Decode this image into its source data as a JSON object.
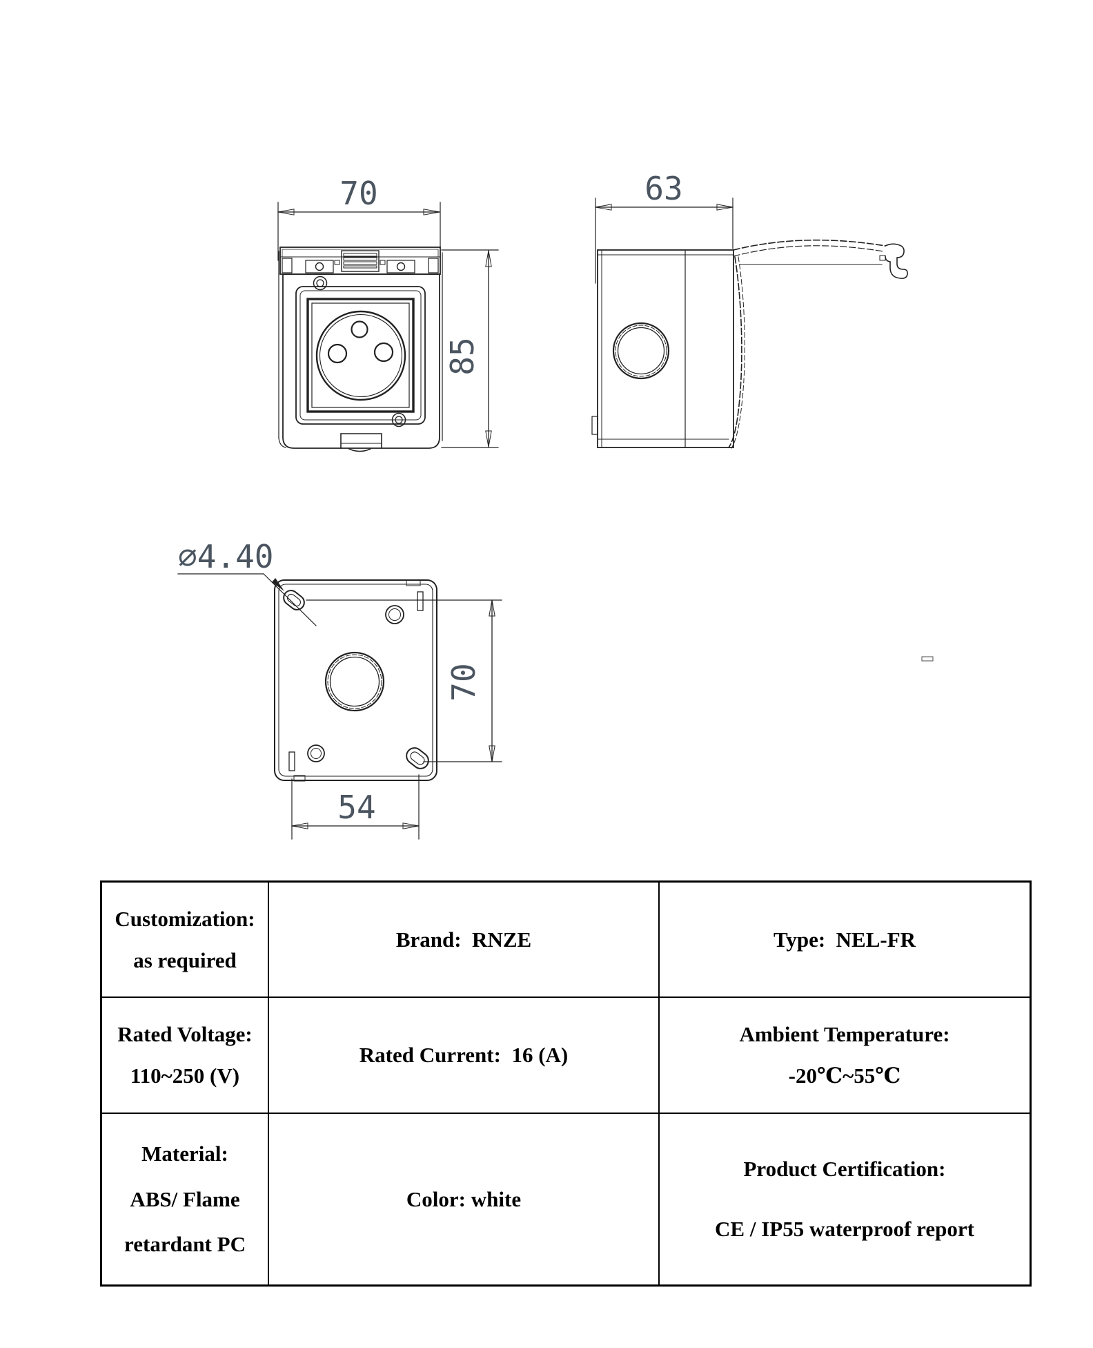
{
  "drawing": {
    "front_view": {
      "width_mm": "70",
      "height_mm": "85"
    },
    "side_view": {
      "depth_mm": "63"
    },
    "back_view": {
      "mounting_hole_diameter": "∅4.40",
      "hole_spacing_vertical_mm": "70",
      "hole_spacing_horizontal_mm": "54"
    },
    "colors": {
      "line": "#222222",
      "dim_text": "#4a5560",
      "lid_band": "#e8e8e8",
      "hinge_dark": "#111111"
    }
  },
  "spec_table": {
    "border_color": "#000000",
    "rows": [
      [
        {
          "lines": [
            "Customization:",
            "as required"
          ]
        },
        {
          "lines": [
            "Brand:  RNZE"
          ]
        },
        {
          "lines": [
            "Type:  NEL-FR"
          ]
        }
      ],
      [
        {
          "lines": [
            "Rated Voltage:",
            "110~250 (V)"
          ]
        },
        {
          "lines": [
            "Rated Current:  16 (A)"
          ]
        },
        {
          "lines": [
            "Ambient Temperature:",
            "-20℃~55℃"
          ]
        }
      ],
      [
        {
          "lines": [
            "Material:",
            "ABS/ Flame",
            "retardant PC"
          ]
        },
        {
          "lines": [
            "Color: white"
          ]
        },
        {
          "lines": [
            "Product Certification:",
            "CE / IP55 waterproof report"
          ]
        }
      ]
    ]
  }
}
